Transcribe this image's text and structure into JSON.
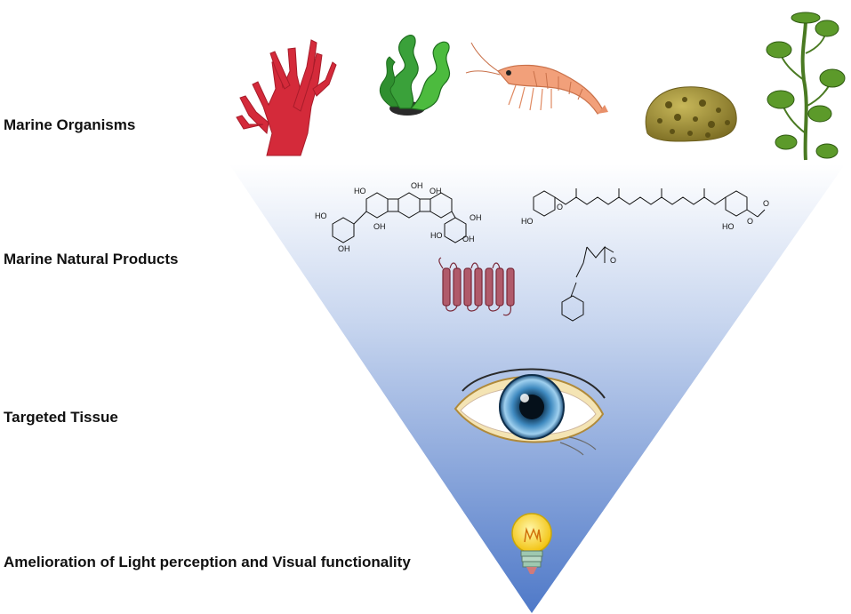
{
  "labels": [
    "Marine Organisms",
    "Marine Natural Products",
    "Targeted Tissue",
    "Amelioration of Light perception and Visual functionality"
  ],
  "organisms": [
    "coral-icon",
    "green-seaweed-icon",
    "shrimp-icon",
    "sponge-icon",
    "acetabularia-algae-icon"
  ],
  "products": [
    "phlorotannin-structure",
    "carotenoid-structure",
    "transmembrane-protein-icon",
    "thioether-ketone-structure"
  ],
  "chem_labels": {
    "oh": "OH",
    "ho": "HO",
    "o": "O"
  },
  "colors": {
    "triangle_top": "#ffffff",
    "triangle_bottom": "#4f79c8",
    "coral": "#d42a3a",
    "seaweed": "#3aa13a",
    "shrimp": "#f2a07a",
    "sponge": "#a89a3a",
    "algae": "#5c9a2a",
    "protein": "#b05a6a",
    "iris": "#2b6aa0",
    "bulb": "#f5d21a"
  }
}
